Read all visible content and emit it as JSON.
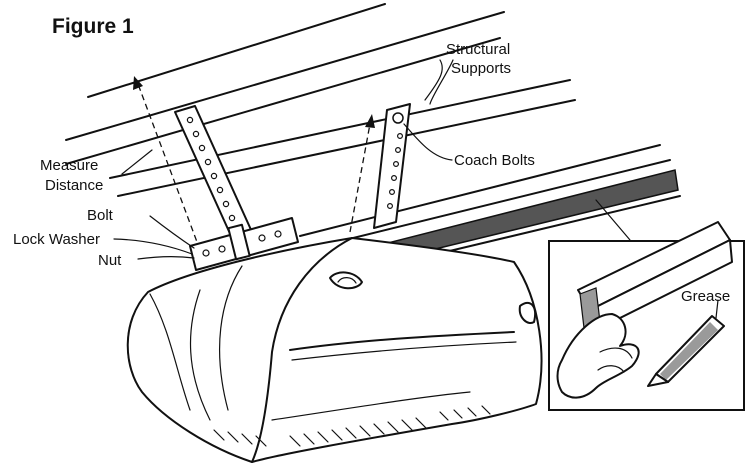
{
  "figure": {
    "title": "Figure 1"
  },
  "labels": {
    "structural": "Structural",
    "supports": "Supports",
    "measure": "Measure",
    "distance": "Distance",
    "coach_bolts": "Coach Bolts",
    "bolt": "Bolt",
    "lock_washer": "Lock Washer",
    "nut": "Nut",
    "grease": "Grease"
  },
  "colors": {
    "ink": "#111111",
    "background": "#ffffff",
    "rail_shade": "#555555",
    "grease_fill": "#9a9a9a"
  }
}
